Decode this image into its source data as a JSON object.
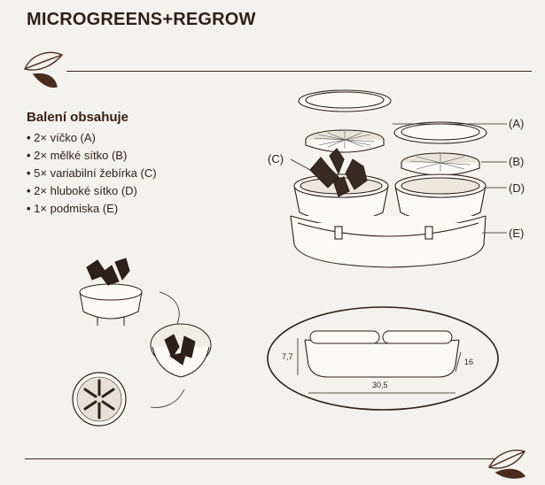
{
  "header": {
    "title": "MICROGREENS+REGROW"
  },
  "contents": {
    "heading": "Balení obsahuje",
    "items": [
      "2× víčko (A)",
      "2× mělké sítko (B)",
      "5× variabilní žebírka (C)",
      "2× hluboké sítko (D)",
      "1× podmiska (E)"
    ]
  },
  "labels": {
    "a": "(A)",
    "b": "(B)",
    "c": "(C)",
    "d": "(D)",
    "e": "(E)"
  },
  "dimensions": {
    "height": "7,7",
    "width": "30,5",
    "depth": "16"
  },
  "colors": {
    "background": "#f4f2ee",
    "ink": "#2d1f1a",
    "heading": "#3a1f14",
    "leaf": "#4a2c1f"
  }
}
